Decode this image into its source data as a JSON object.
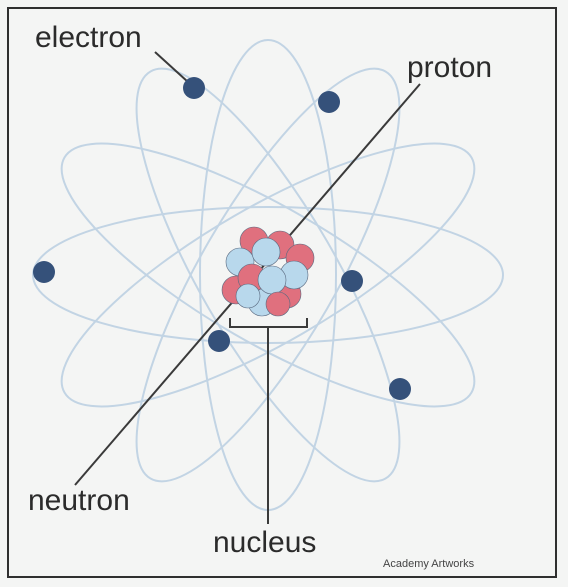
{
  "labels": {
    "electron": "electron",
    "proton": "proton",
    "neutron": "neutron",
    "nucleus": "nucleus",
    "credit": "Academy Artworks"
  },
  "colors": {
    "orbit": "#c2d4e4",
    "electron": "#35517a",
    "proton": "#e0707e",
    "neutron": "#b8d8ec",
    "line": "#3a3a3a"
  }
}
